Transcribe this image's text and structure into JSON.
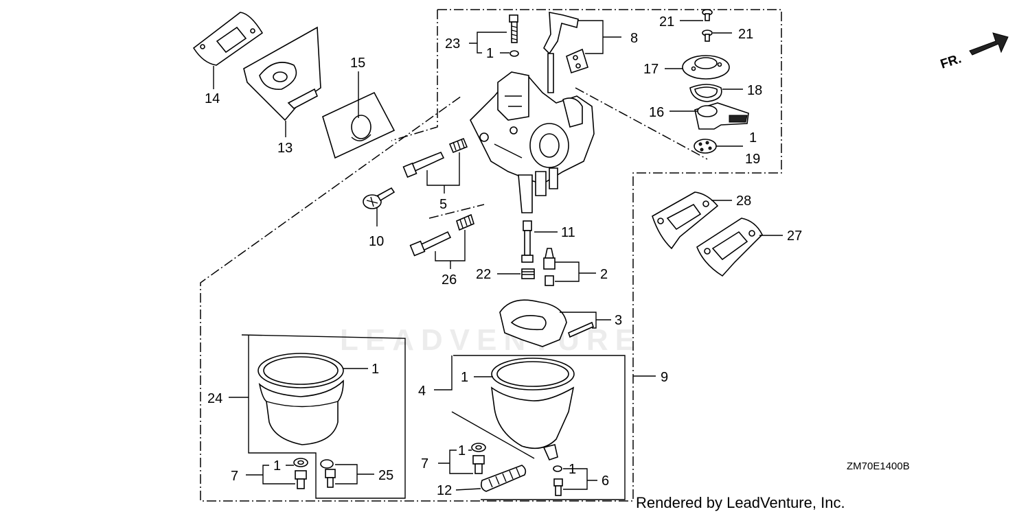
{
  "diagram": {
    "callouts": {
      "c23": "23",
      "c1_top": "1",
      "c8": "8",
      "c21a": "21",
      "c21b": "21",
      "c17": "17",
      "c18": "18",
      "c16": "16",
      "c1_right": "1",
      "c19": "19",
      "c14": "14",
      "c13": "13",
      "c15": "15",
      "c5": "5",
      "c10": "10",
      "c26": "26",
      "c11": "11",
      "c22": "22",
      "c2": "2",
      "c3": "3",
      "c28": "28",
      "c27": "27",
      "c9": "9",
      "c24": "24",
      "c1_bowl_left": "1",
      "c7_left": "7",
      "c1_left_small": "1",
      "c25": "25",
      "c4": "4",
      "c1_bowl_mid": "1",
      "c7_mid": "1",
      "c7_mid_label": "7",
      "c12": "12",
      "c1_small_right": "1",
      "c6": "6"
    },
    "front_indicator": "FR.",
    "figure_code": "ZM70E1400B",
    "credit": "Rendered by LeadVenture, Inc.",
    "watermark": "LEADVENTURE"
  }
}
